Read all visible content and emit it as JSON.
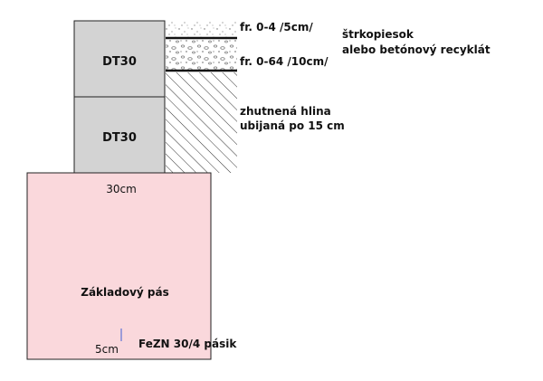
{
  "blocks": {
    "top_block": "DT30",
    "bottom_block": "DT30"
  },
  "layers": {
    "gravel_fine": "fr. 0-4 /5cm/",
    "gravel_coarse": "fr. 0-64 /10cm/",
    "gravel_note_line1": "štrkopiesok",
    "gravel_note_line2": "alebo betónový recyklát",
    "soil_line1": "zhutnená hlina",
    "soil_line2": "ubijaná po 15 cm"
  },
  "foundation": {
    "title": "Základový pás",
    "width_label": "30cm",
    "depth_label": "5cm",
    "strip_label": "FeZN 30/4 pásik"
  },
  "colors": {
    "block_fill": "#d3d3d3",
    "foundation_fill": "#fad8dc",
    "outline": "#222222",
    "hatch": "#333333",
    "strip_marker": "#6a7bd6"
  }
}
